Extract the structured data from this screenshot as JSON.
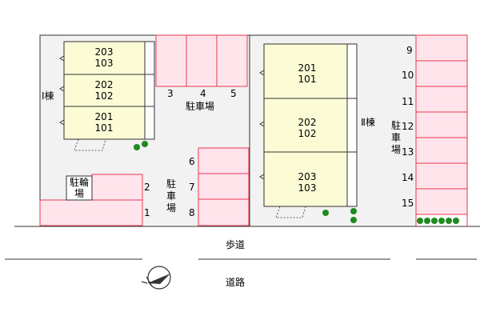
{
  "colors": {
    "lot_fill": "#f2f2f2",
    "building_fill": "#fbfbd6",
    "parking_fill": "#ffe4ec",
    "parking_stroke": "#e53a4e",
    "tree": "#1f8a1f"
  },
  "buildings": [
    {
      "name": "Ⅰ棟",
      "units": [
        {
          "upper": "203",
          "lower": "103"
        },
        {
          "upper": "202",
          "lower": "102"
        },
        {
          "upper": "201",
          "lower": "101"
        }
      ]
    },
    {
      "name": "Ⅱ棟",
      "units": [
        {
          "upper": "201",
          "lower": "101"
        },
        {
          "upper": "202",
          "lower": "102"
        },
        {
          "upper": "203",
          "lower": "103"
        }
      ]
    }
  ],
  "labels": {
    "parking": "駐車場",
    "bicycle_parking": "駐輪\n場",
    "sidewalk": "歩道",
    "road": "道路"
  },
  "parking_numbers": [
    "1",
    "2",
    "3",
    "4",
    "5",
    "6",
    "7",
    "8",
    "9",
    "10",
    "11",
    "12",
    "13",
    "14",
    "15"
  ],
  "icons": {
    "compass": "north-arrow-icon",
    "tree": "tree-icon"
  }
}
